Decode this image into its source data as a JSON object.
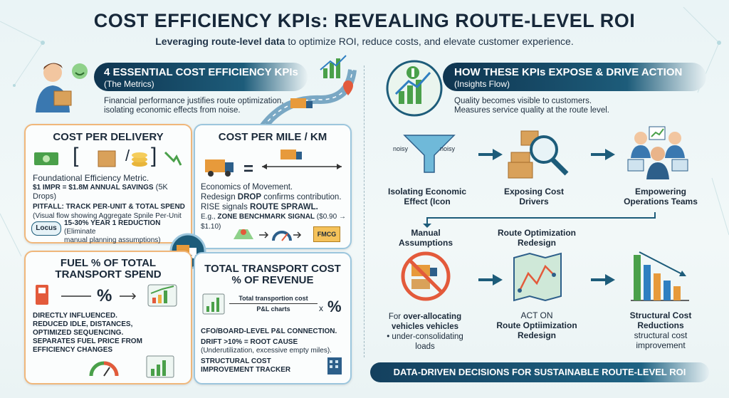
{
  "header": {
    "title": "COST EFFICIENCY KPIs: REVEALING ROUTE-LEVEL ROI",
    "subtitle_bold": "Leveraging route-level data",
    "subtitle_rest": " to optimize ROI, reduce costs, and elevate customer experience."
  },
  "left": {
    "banner_title": "4 ESSENTIAL COST EFFICIENCY KPIs",
    "banner_sub": "(The Metrics)",
    "intro_line1": "Financial performance justifies route optimization,",
    "intro_line2": "isolating economic effects from noise."
  },
  "cards": {
    "cpd": {
      "title": "COST PER DELIVERY",
      "line1": "Foundational Efficiency Metric.",
      "line2_bold": "$1 IMPR = $1.8M ANNUAL SAVINGS",
      "line2_rest": " (5K Drops)",
      "line3_bold": "PITFALL: TRACK PER-UNIT & TOTAL SPEND",
      "line4": "(Visual flow showing Aggregate Spnile Per-Unit drops",
      "locus": "Locus",
      "line5_bold": "15-30% YEAR 1 REDUCTION",
      "line5_rest": " (Eliminate",
      "line6": "manual planning assumptions)"
    },
    "cpm": {
      "title": "COST PER MILE / KM",
      "line1": "Economics of Movement.",
      "line2_a": "Redesign ",
      "line2_b": "DROP",
      "line2_c": " confirms contribution.",
      "line3_a": "RISE signals ",
      "line3_b": "ROUTE SPRAWL.",
      "line4_a": "E.g., ",
      "line4_b": "ZONE BENCHMARK SIGNAL",
      "line4_c": " ($0.90 → $1.10)",
      "fmcg": "FMCG"
    },
    "fuel": {
      "title_line1": "FUEL % OF TOTAL",
      "title_line2": "TRANSPORT SPEND",
      "line1": "DIRECTLY INFLUENCED.",
      "line2": "REDUCED IDLE, DISTANCES,",
      "line3": "OPTIMIZED SEQUENCING.",
      "line4": "SEPARATES FUEL PRICE FROM",
      "line5": "EFFICIENCY CHANGES"
    },
    "ttc": {
      "title_line1": "TOTAL TRANSPORT COST",
      "title_line2": "% OF REVENUE",
      "frac_top": "Total transportion cost",
      "frac_bottom": "P&L charts",
      "times": "x",
      "line1": "CFO/BOARD-LEVEL P&L CONNECTION.",
      "line2_bold": "DRIFT >10% = ROOT CAUSE",
      "line3": "(Underutilization, excessive empty miles).",
      "line4": "STRUCTURAL COST",
      "line5": "IMPROVEMENT TRACKER"
    }
  },
  "right": {
    "banner_title": "HOW THESE KPIs EXPOSE & DRIVE ACTION",
    "banner_sub": "(Insights Flow)",
    "intro_line1": "Quality becomes visible to customers.",
    "intro_line2": "Measures service quality at the route level.",
    "noisy": "noisy",
    "step1_l1": "Isolating Economic",
    "step1_l2": "Effect (Icon",
    "step2_l1": "Exposing Cost",
    "step2_l2": "Drivers",
    "step3_l1": "Empowering",
    "step3_l2": "Operations Teams",
    "step4_title_l1": "Manual",
    "step4_title_l2": "Assumptions",
    "step4_l1_a": "For ",
    "step4_l1_b": "over-allocating",
    "step4_l2": "vehicles vehicles",
    "step4_l3": "• under-consolidating loads",
    "step5_title_l1": "Route Optimization",
    "step5_title_l2": "Redesign",
    "step5_l1": "ACT ON",
    "step5_l2": "Route Optiimization",
    "step5_l3": "Redesign",
    "step6_l1": "Structural Cost",
    "step6_l2": "Reductions",
    "step6_l3": "structural cost",
    "step6_l4": "improvement",
    "footer": "DATA-DRIVEN DECISIONS FOR SUSTAINABLE ROUTE-LEVEL ROI"
  },
  "symbols": {
    "equals": "=",
    "percent": "%",
    "slash": "/",
    "bracket_l": "[",
    "bracket_r": "]"
  },
  "colors": {
    "accent_orange": "#f0b77b",
    "accent_blue": "#9cc6dd",
    "navy": "#0f3550",
    "green": "#4aa04a",
    "red": "#e35a3b"
  }
}
